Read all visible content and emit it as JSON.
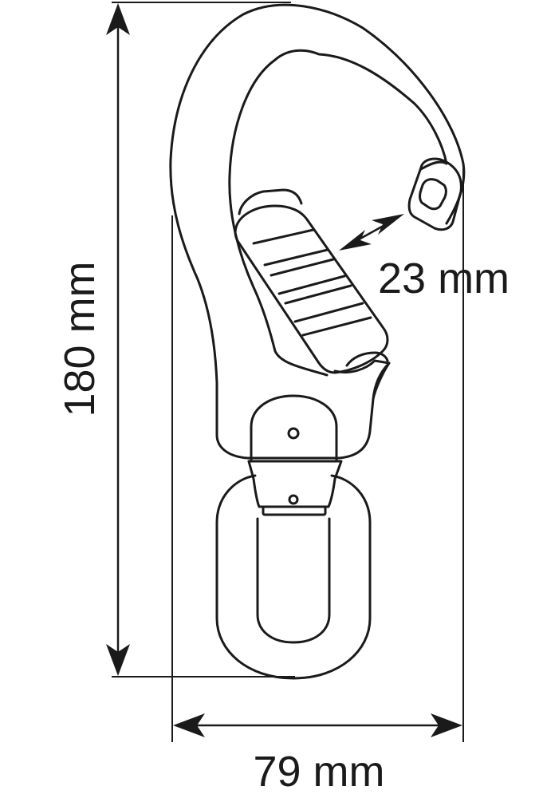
{
  "dimensions": {
    "height_label": "180 mm",
    "width_label": "79 mm",
    "gate_opening_label": "23 mm"
  },
  "colors": {
    "line": "#1a1a1a",
    "background": "#ffffff"
  }
}
